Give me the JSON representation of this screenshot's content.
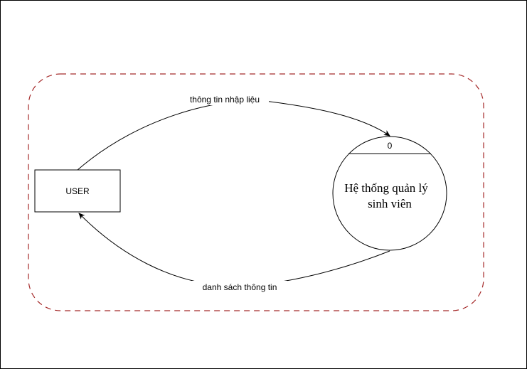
{
  "diagram": {
    "external_entity": {
      "label": "USER"
    },
    "process": {
      "number": "0",
      "label_line1": "Hệ thống quản lý",
      "label_line2": "sinh viên"
    },
    "flows": [
      {
        "label": "thông tin nhập liệu",
        "from": "USER",
        "to": "Hệ thống quản lý sinh viên"
      },
      {
        "label": "danh sách thông tin",
        "from": "Hệ thống quản lý sinh viên",
        "to": "USER"
      }
    ],
    "colors": {
      "boundary": "#a52a2a",
      "stroke": "#000000",
      "background": "#ffffff"
    }
  }
}
